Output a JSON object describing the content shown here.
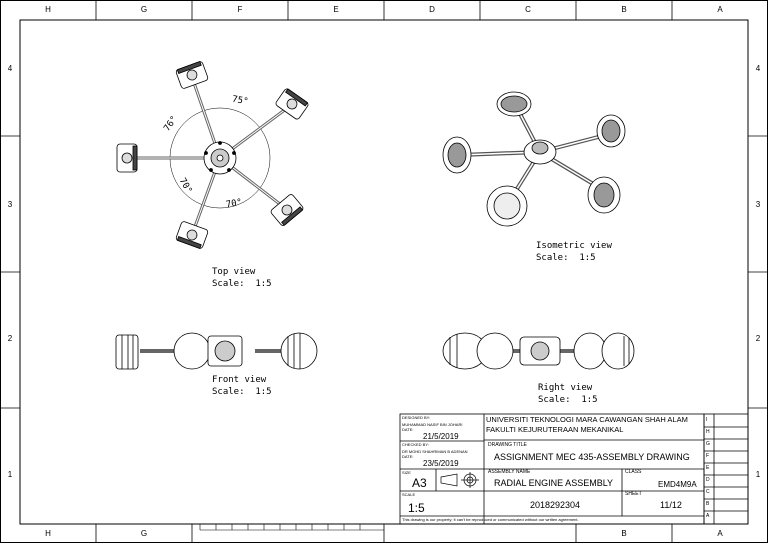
{
  "zones": {
    "top": [
      "H",
      "G",
      "F",
      "E",
      "D",
      "C",
      "B",
      "A"
    ],
    "bottom": [
      "H",
      "G",
      "B",
      "A"
    ],
    "left": [
      "4",
      "3",
      "2",
      "1"
    ],
    "right": [
      "4",
      "3",
      "2",
      "1"
    ]
  },
  "views": {
    "top": {
      "title": "Top view",
      "scale": "Scale:  1:5"
    },
    "isometric": {
      "title": "Isometric view",
      "scale": "Scale:  1:5"
    },
    "front": {
      "title": "Front view",
      "scale": "Scale:  1:5"
    },
    "right": {
      "title": "Right view",
      "scale": "Scale:  1:5"
    }
  },
  "angles": [
    "75°",
    "76°",
    "70°",
    "70°"
  ],
  "title_block": {
    "designed_by_label": "DESIGNED BY:",
    "designer": "MUHAMMAD NASIF BIN JOHARI",
    "date_label": "DATE:",
    "designed_date": "21/5/2019",
    "checked_by_label": "CHECKED BY:",
    "checker": "DR MOHD SHAHRIMAN B ADENAN",
    "checked_date": "23/5/2019",
    "university_line1": "UNIVERSITI TEKNOLOGI MARA CAWANGAN SHAH ALAM",
    "university_line2": "FAKULTI KEJURUTERAAN MEKANIKAL",
    "drawing_title_label": "DRAWING TITLE",
    "drawing_title": "ASSIGNMENT MEC 435-ASSEMBLY DRAWING",
    "size_label": "SIZE",
    "size": "A3",
    "assembly_name_label": "ASSEMBLY NAME",
    "assembly_name": "RADIAL ENGINE ASSEMBLY",
    "class_label": "CLASS",
    "class_value": "EMD4M9A",
    "scale_label": "SCALE",
    "scale": "1:5",
    "number": "2018292304",
    "sheet_label": "SHEET",
    "sheet": "11/12",
    "notice": "This drawing is our property; it can't be reproduced or communicated without our written agreement.",
    "revisions": [
      "I",
      "H",
      "G",
      "F",
      "E",
      "D",
      "C",
      "B",
      "A"
    ]
  }
}
